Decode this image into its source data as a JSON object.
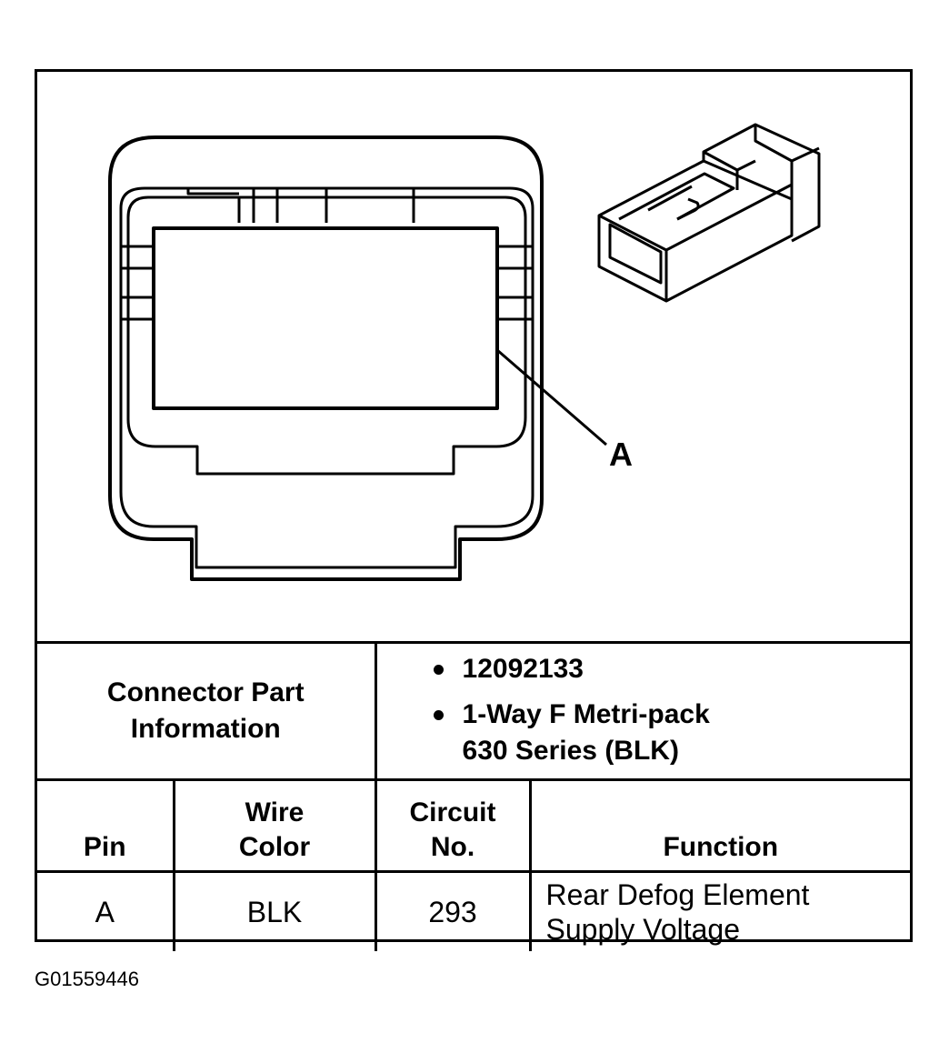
{
  "diagram": {
    "callout_label": "A"
  },
  "connector_info": {
    "label": "Connector Part Information",
    "parts": [
      "12092133",
      "1-Way F Metri-pack 630 Series (BLK)"
    ]
  },
  "table": {
    "headers": {
      "pin": "Pin",
      "wire_color": "Wire Color",
      "circuit": "Circuit No.",
      "function": "Function"
    },
    "rows": [
      {
        "pin": "A",
        "wire_color": "BLK",
        "circuit": "293",
        "function": "Rear Defog Element Supply Voltage"
      }
    ]
  },
  "figure_id": "G01559446"
}
